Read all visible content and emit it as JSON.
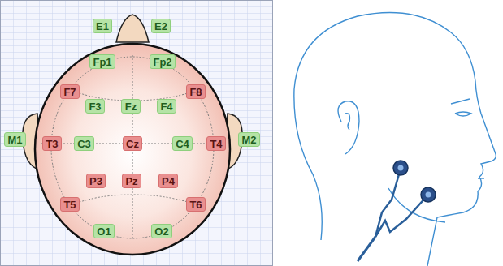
{
  "diagram": {
    "nodes": [
      {
        "text": [
          "E1"
        ]
      },
      {
        "text": [
          "E2"
        ]
      },
      {
        "text": [
          "Fp1"
        ]
      },
      {
        "text": [
          "Fp2"
        ]
      },
      {
        "text": [
          "F7"
        ]
      },
      {
        "text": [
          "F8"
        ]
      },
      {
        "text": [
          "F3"
        ]
      },
      {
        "text": [
          "Fz"
        ]
      },
      {
        "text": [
          "F4"
        ]
      },
      {
        "text": [
          "M1"
        ]
      },
      {
        "text": [
          "T3"
        ]
      },
      {
        "text": [
          "C3"
        ]
      },
      {
        "text": [
          "Cz"
        ]
      },
      {
        "text": [
          "C4"
        ]
      },
      {
        "text": [
          "T4"
        ]
      },
      {
        "text": [
          "M2"
        ]
      },
      {
        "text": [
          "P3"
        ]
      },
      {
        "text": [
          "Pz"
        ]
      },
      {
        "text": [
          "P4"
        ]
      },
      {
        "text": [
          "T5"
        ]
      },
      {
        "text": [
          "T6"
        ]
      },
      {
        "text": [
          "O1"
        ]
      },
      {
        "text": [
          "O2"
        ]
      }
    ]
  }
}
